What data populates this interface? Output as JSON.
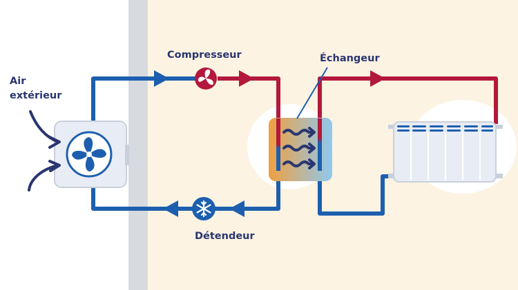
{
  "labels": {
    "outdoor_air_line1": "Air",
    "outdoor_air_line2": "extérieur",
    "compressor": "Compresseur",
    "exchanger": "Échangeur",
    "expansion_valve": "Détendeur"
  },
  "colors": {
    "outdoor_background": "#ffffff",
    "indoor_background": "#fcf3e3",
    "wall": "#d7dbe0",
    "cold_pipe": "#1d5fae",
    "hot_pipe": "#b3193c",
    "label_text": "#2a3670",
    "unit_fill": "#e8ecf4",
    "exchanger_warm": "#f0a040",
    "exchanger_cool": "#8fc9ef"
  },
  "icons": {
    "outdoor_unit": "fan-icon",
    "compressor": "compressor-icon",
    "expansion_valve": "snowflake-icon",
    "indoor_emitter": "radiator-icon",
    "heat_transfer": "wavy-arrows-icon"
  }
}
